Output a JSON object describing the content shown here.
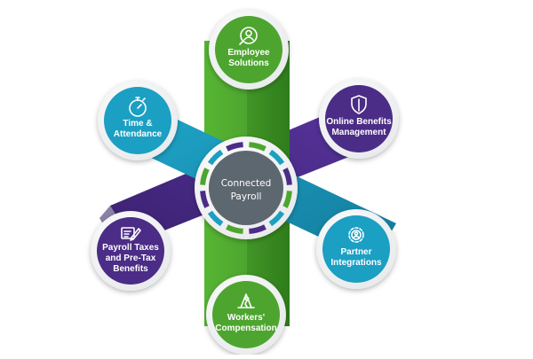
{
  "diagram": {
    "center": {
      "line1": "Connected",
      "line2": "Payroll"
    },
    "nodes": [
      {
        "id": "employee-solutions",
        "line1": "Employee",
        "line2": "Solutions",
        "line3": "",
        "icon": "person-search-icon",
        "color": "#4da52f"
      },
      {
        "id": "online-benefits-management",
        "line1": "Online Benefits",
        "line2": "Management",
        "line3": "",
        "icon": "shield-icon",
        "color": "#4b2c86"
      },
      {
        "id": "partner-integrations",
        "line1": "Partner",
        "line2": "Integrations",
        "line3": "",
        "icon": "gear-people-icon",
        "color": "#1b9fc3"
      },
      {
        "id": "workers-compensation",
        "line1": "Workers'",
        "line2": "Compensation",
        "line3": "",
        "icon": "caution-icon",
        "color": "#4da52f"
      },
      {
        "id": "payroll-taxes",
        "line1": "Payroll Taxes",
        "line2": "and Pre-Tax",
        "line3": "Benefits",
        "icon": "document-pen-icon",
        "color": "#4b2c86"
      },
      {
        "id": "time-attendance",
        "line1": "Time &",
        "line2": "Attendance",
        "line3": "",
        "icon": "stopwatch-icon",
        "color": "#1b9fc3"
      }
    ],
    "colors": {
      "green": "#4da52f",
      "green_dark": "#3a8a22",
      "purple": "#4b2c86",
      "purple_dark": "#38206a",
      "blue": "#1b9fc3",
      "blue_dark": "#157f9e",
      "center_fill": "#5d6770"
    }
  }
}
